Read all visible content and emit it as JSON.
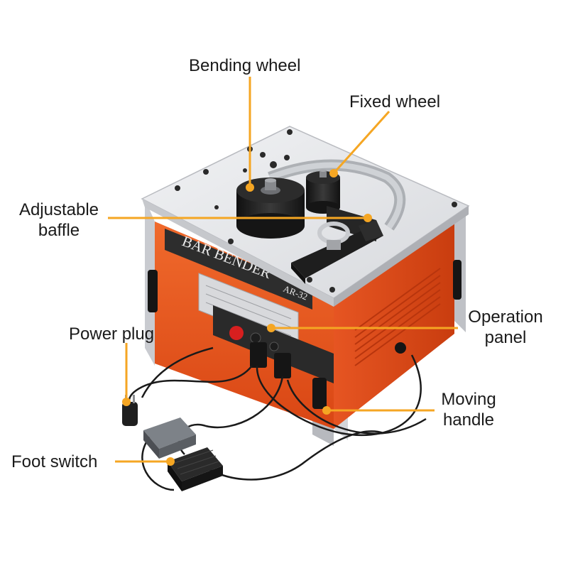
{
  "machine": {
    "brand_plate": "BAR BENDER",
    "model_plate": "AR-32"
  },
  "labels": {
    "bending_wheel": "Bending wheel",
    "fixed_wheel": "Fixed wheel",
    "adjustable_baffle": [
      "Adjustable",
      "baffle"
    ],
    "operation_panel": [
      "Operation",
      "panel"
    ],
    "power_plug": "Power plug",
    "moving_handle": [
      "Moving",
      "handle"
    ],
    "foot_switch": "Foot switch"
  },
  "colors": {
    "leader_line": "#f5a623",
    "body_orange": "#e8531f",
    "top_plate": "#e6e7ea",
    "wheel_black": "#1f1f1f"
  }
}
